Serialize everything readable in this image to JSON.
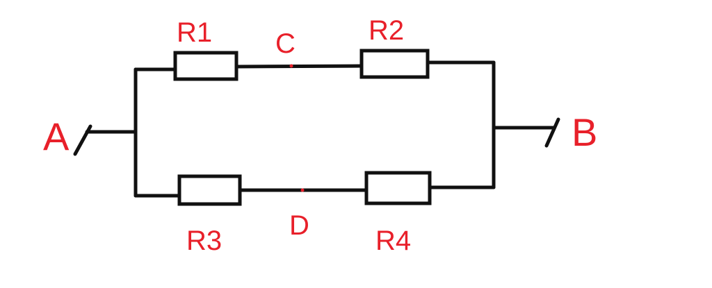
{
  "colors": {
    "wire": "#111111",
    "label": "#e8202a",
    "background": "#ffffff"
  },
  "circuit": {
    "terminals": {
      "left": "A",
      "right": "B"
    },
    "nodes": {
      "top_mid": "C",
      "bottom_mid": "D"
    },
    "resistors": {
      "top_left": "R1",
      "top_right": "R2",
      "bottom_left": "R3",
      "bottom_right": "R4"
    }
  }
}
